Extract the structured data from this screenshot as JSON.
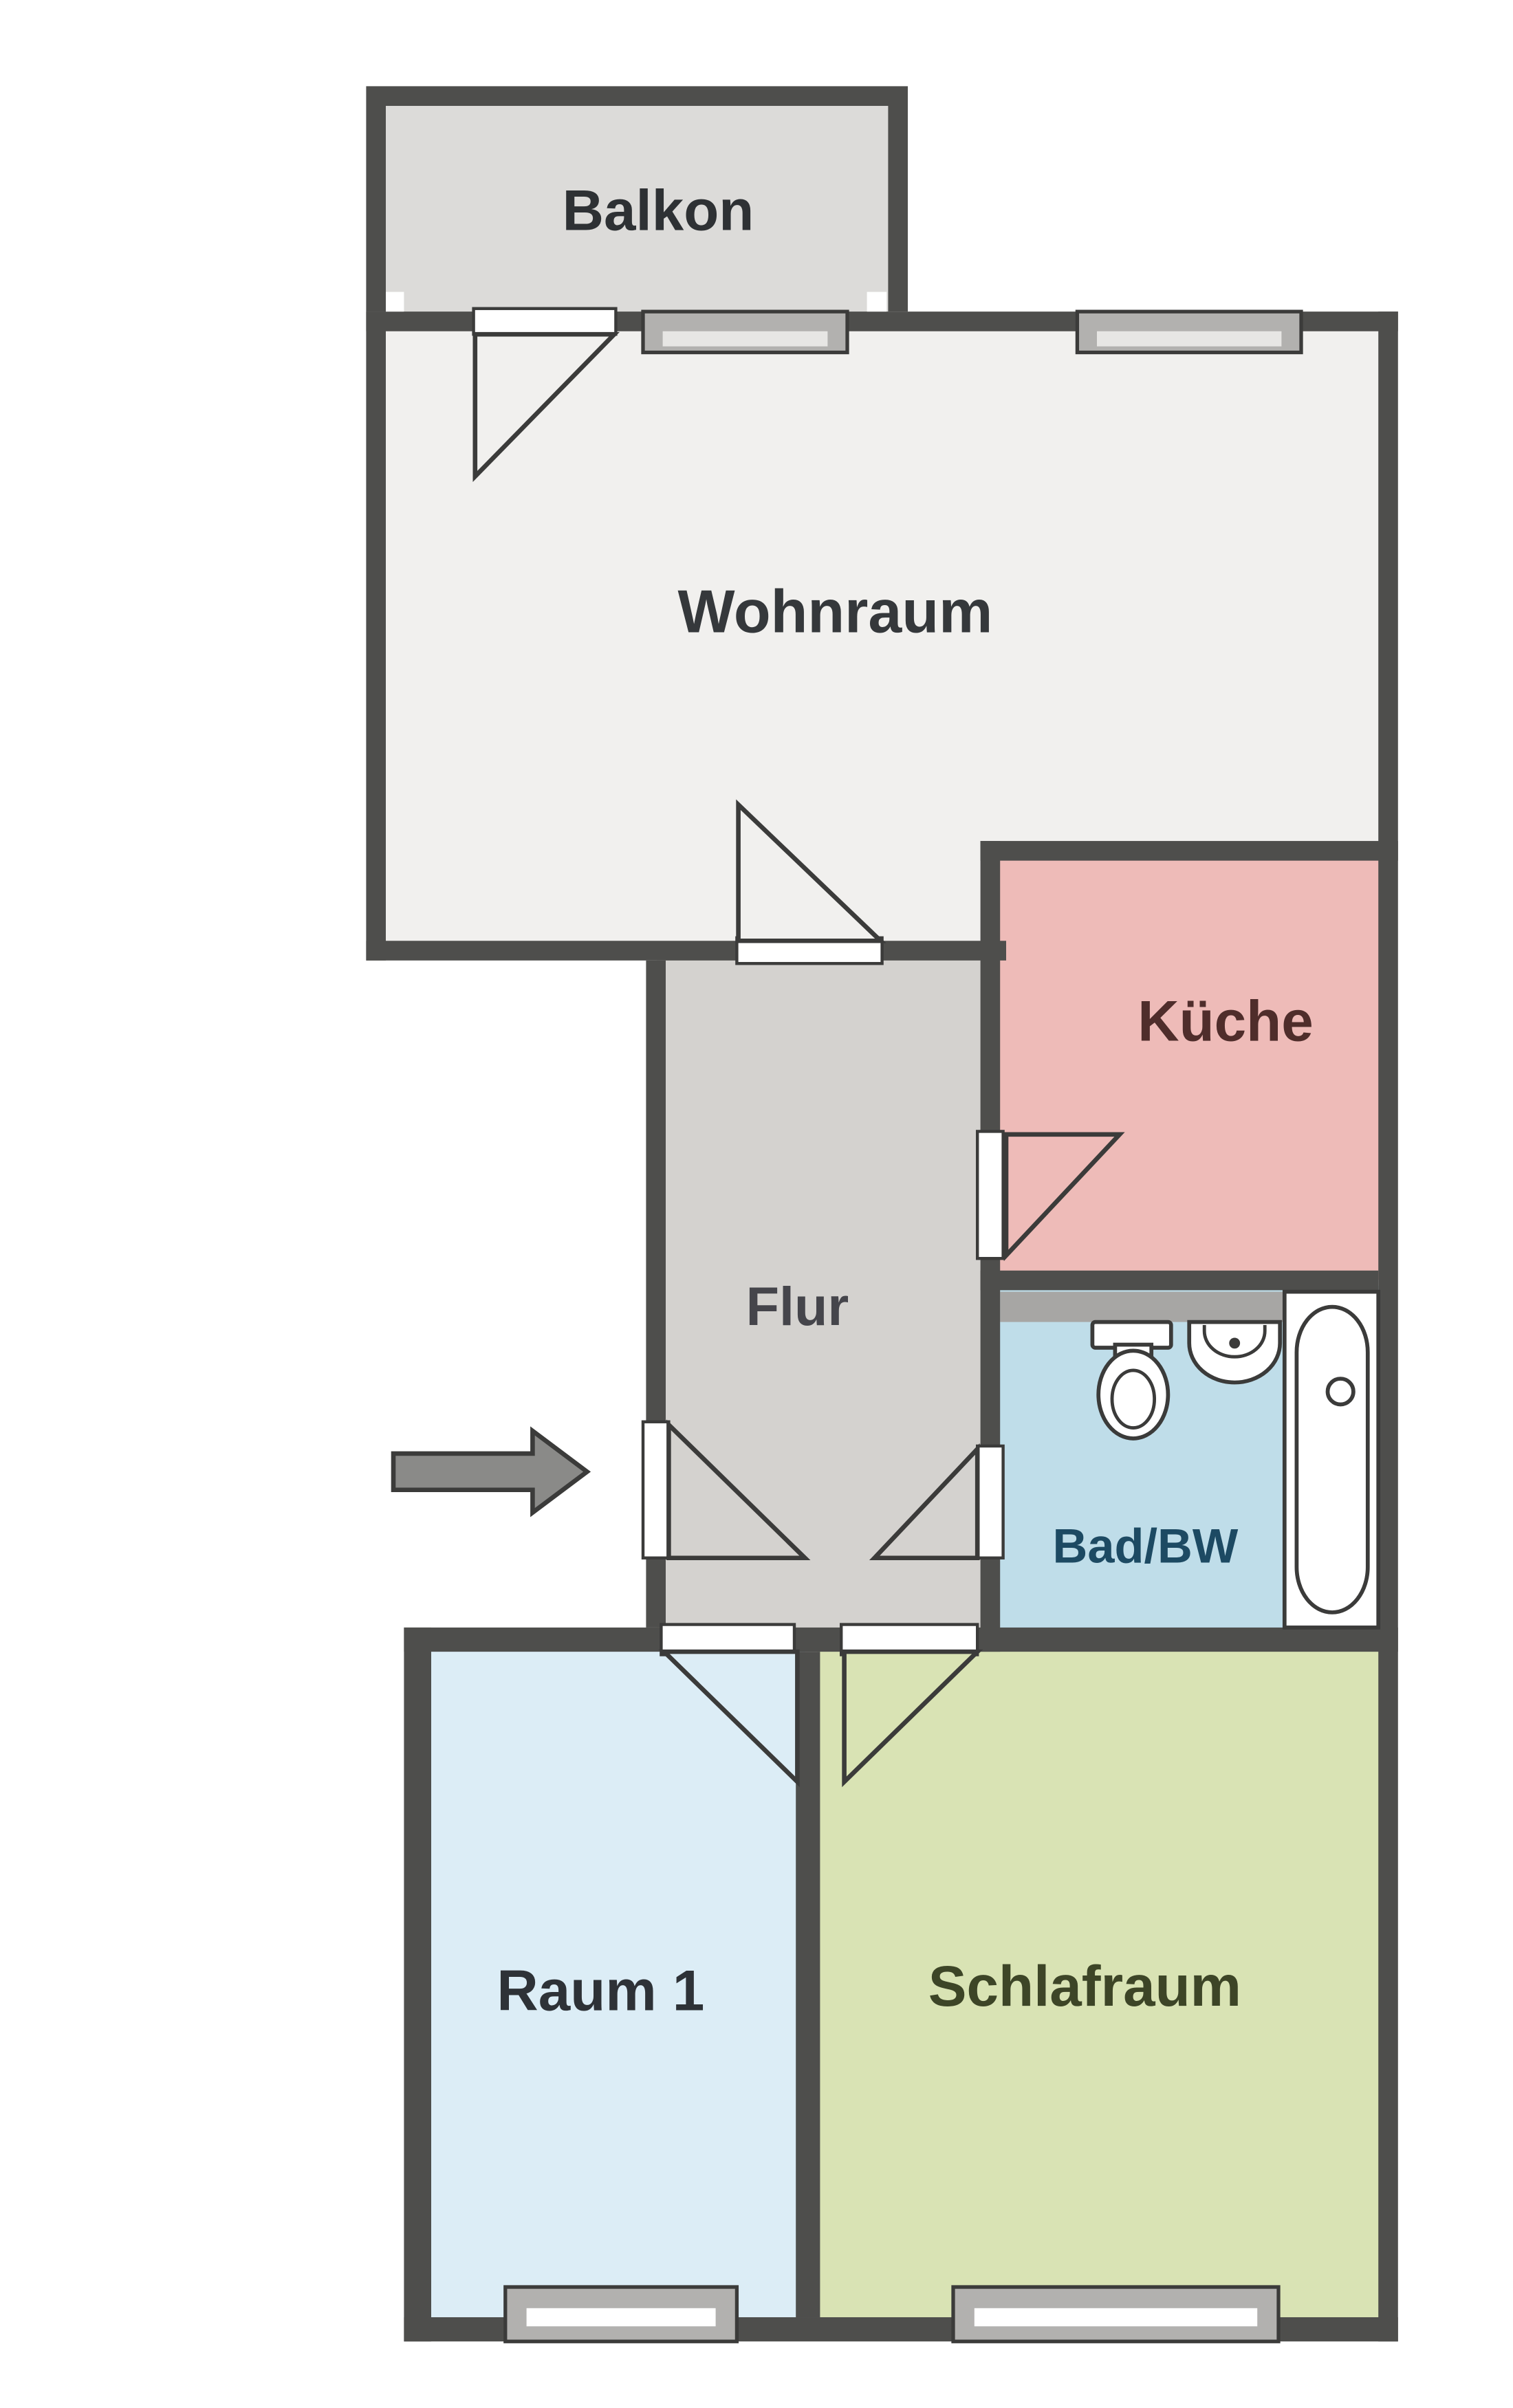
{
  "plan_type": "apartment-floor-plan",
  "rooms": {
    "balkon": {
      "label": "Balkon",
      "fill": "#dcdbd9",
      "label_color": "#2e3134"
    },
    "wohnraum": {
      "label": "Wohnraum",
      "fill": "#f1f0ee",
      "label_color": "#35383b"
    },
    "kueche": {
      "label": "Küche",
      "fill": "#eebbb8",
      "label_color": "#4f2d2b"
    },
    "flur": {
      "label": "Flur",
      "fill": "#d4d2cf",
      "label_color": "#45454b"
    },
    "bad": {
      "label": "Bad/BW",
      "fill": "#bfdde9",
      "label_color": "#1d4a63"
    },
    "raum1": {
      "label": "Raum 1",
      "fill": "#dcedf6",
      "label_color": "#2e3237"
    },
    "schlafraum": {
      "label": "Schlafraum",
      "fill": "#d9e3b4",
      "label_color": "#3d4527"
    }
  },
  "colors": {
    "background": "#ffffff",
    "wall": "#4e4e4c",
    "duct": "#a7a6a4",
    "window_frame": "#b2b1af",
    "window_glass_top": "#e7e6e4",
    "window_glass_bottom": "#ffffff",
    "arrow": "#8a8a88",
    "fixture": "#ffffff",
    "outline": "#3b3b3a"
  },
  "icons": {
    "entrance_arrow": "entrance-direction-right-arrow",
    "toilet": "toilet-top-view",
    "sink": "washbasin-top-view",
    "bathtub": "bathtub-top-view"
  }
}
